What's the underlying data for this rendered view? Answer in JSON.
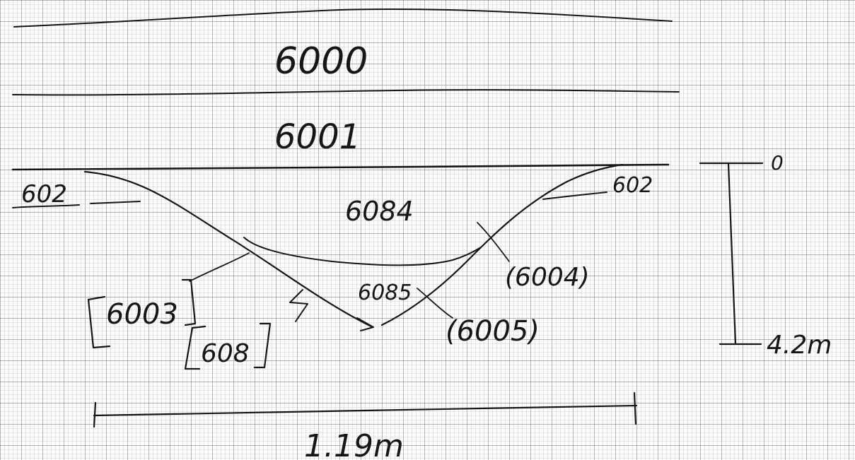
{
  "sheet": {
    "paper": "graph-paper",
    "grid_color": "#9a9a9a",
    "ink_color": "#151515"
  },
  "contexts": {
    "c6000": "6000",
    "c6001": "6001",
    "c602_left": "602",
    "c602_right": "602",
    "c6084": "6084",
    "c6004": "(6004)",
    "c6085": "6085",
    "c6005": "(6005)",
    "c6003": "6003",
    "c608": "608"
  },
  "scale": {
    "vertical_top": "0",
    "vertical_bottom": "4.2m",
    "horizontal": "1.19m"
  }
}
